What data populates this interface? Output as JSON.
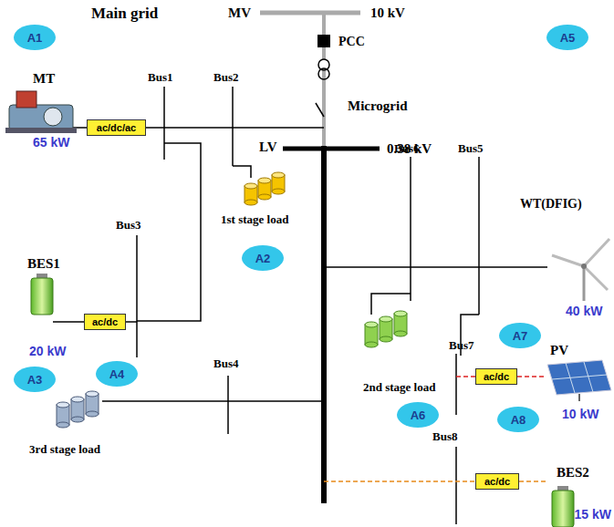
{
  "diagram": {
    "nodes": [
      {
        "text": [
          "A1"
        ]
      },
      {
        "text": [
          "A2"
        ]
      },
      {
        "text": [
          "A3"
        ]
      },
      {
        "text": [
          "A4"
        ]
      },
      {
        "text": [
          "A5"
        ]
      },
      {
        "text": [
          "A6"
        ]
      },
      {
        "text": [
          "A7"
        ]
      },
      {
        "text": [
          "A8"
        ]
      },
      {
        "text": [
          "ac/dc/ac"
        ]
      },
      {
        "text": [
          "ac/dc"
        ]
      },
      {
        "text": [
          "ac/dc"
        ]
      },
      {
        "text": [
          "ac/dc"
        ]
      }
    ],
    "labels": [
      "Main grid",
      "MV",
      "10 kV",
      "PCC",
      "Microgrid",
      "LV",
      "0.38 kV",
      "Bus1",
      "Bus2",
      "MT",
      "65 kW",
      "Bus3",
      "BES1",
      "1st stage load",
      "20 kW",
      "Bus6",
      "Bus5",
      "WT(DFIG)",
      "40 kW",
      "2nd stage load",
      "Bus4",
      "Bus7",
      "PV",
      "10 kW",
      "3rd stage load",
      "Bus8",
      "BES2",
      "15 kW"
    ]
  }
}
